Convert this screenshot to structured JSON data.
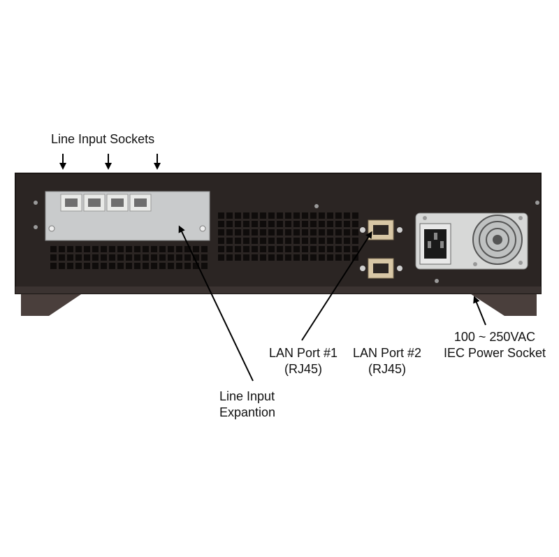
{
  "labels": {
    "line_input_sockets": "Line Input Sockets",
    "line_input_expansion_line1": "Line Input",
    "line_input_expansion_line2": "Expantion",
    "lan1_line1": "LAN Port #1",
    "lan1_line2": "(RJ45)",
    "lan2_line1": "LAN Port #2",
    "lan2_line2": "(RJ45)",
    "power_line1": "100 ~ 250VAC",
    "power_line2": "IEC Power Socket"
  },
  "colors": {
    "chassis": "#2b2523",
    "chassis_edge": "#3b3331",
    "plate": "#c9cbcc",
    "socket": "#e9eae8",
    "psu_metal": "#d7d8d7",
    "feet": "#4a3f3c"
  }
}
